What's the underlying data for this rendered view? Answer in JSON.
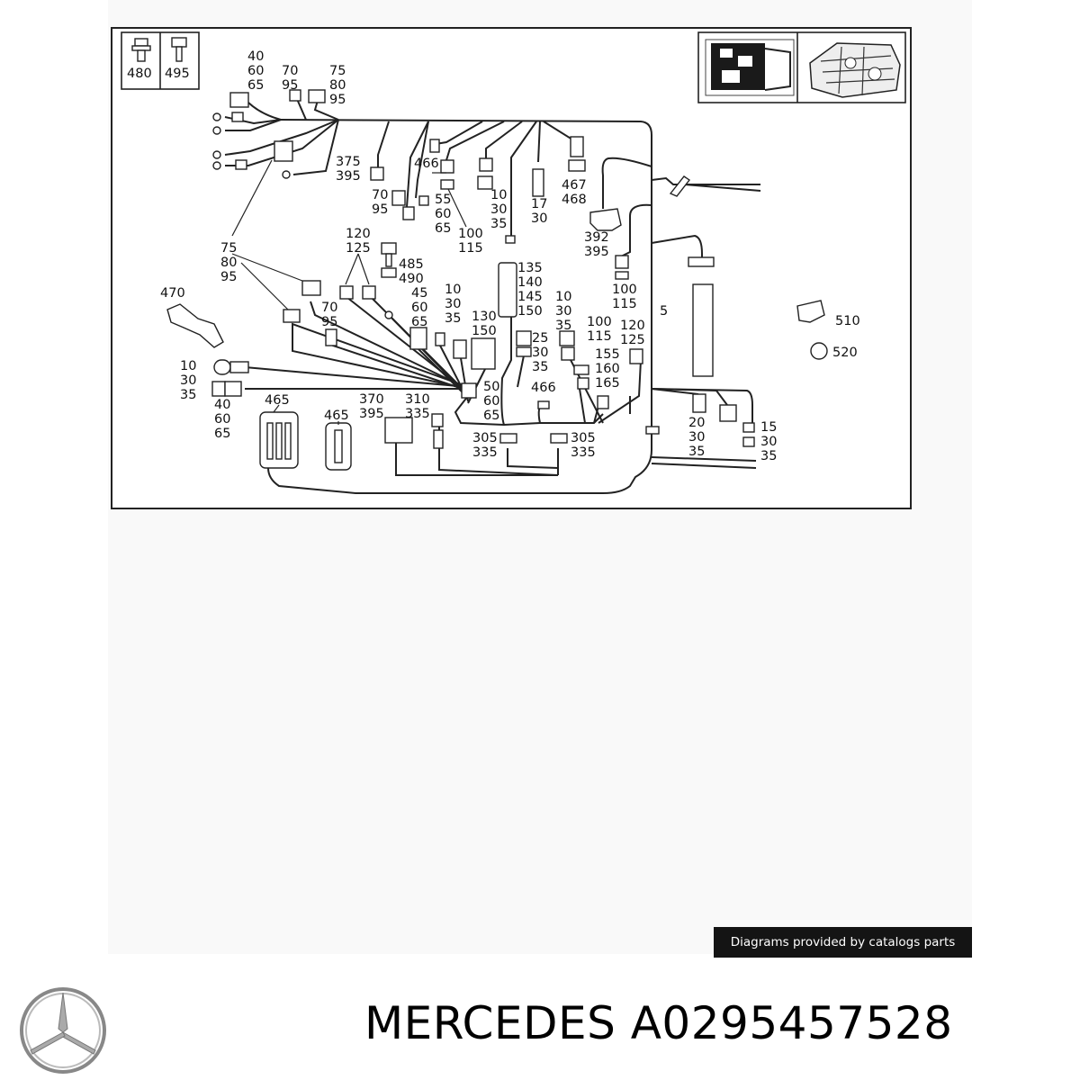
{
  "colors": {
    "frame": "#222222",
    "credit_bg": "#141414",
    "credit_text": "#ffffff",
    "backdrop": "#f9f9f9"
  },
  "legend_box": {
    "bolt_left": "480",
    "bolt_right": "495"
  },
  "callouts": {
    "c1": [
      "40",
      "60",
      "65"
    ],
    "c2": [
      "70",
      "95"
    ],
    "c3": [
      "75",
      "80",
      "95"
    ],
    "c4": [
      "375",
      "395"
    ],
    "c5": "466",
    "c6": [
      "70",
      "95"
    ],
    "c7": [
      "55",
      "60",
      "65"
    ],
    "c8": [
      "100",
      "115"
    ],
    "c9": [
      "10",
      "30",
      "35"
    ],
    "c10": [
      "17",
      "30"
    ],
    "c11": [
      "467",
      "468"
    ],
    "c12": [
      "392",
      "395"
    ],
    "c13": [
      "100",
      "115"
    ],
    "c14": "5",
    "c15": [
      "75",
      "80",
      "95"
    ],
    "c16": [
      "120",
      "125"
    ],
    "c17": [
      "485",
      "490"
    ],
    "c18": "470",
    "c19": [
      "70",
      "95"
    ],
    "c20": [
      "45",
      "60",
      "65"
    ],
    "c21": [
      "10",
      "30",
      "35"
    ],
    "c22": [
      "135",
      "140",
      "145",
      "150"
    ],
    "c23": [
      "130",
      "150"
    ],
    "c24": [
      "10",
      "30",
      "35"
    ],
    "c25": [
      "25",
      "30",
      "35"
    ],
    "c26": [
      "100",
      "115"
    ],
    "c27": [
      "120",
      "125"
    ],
    "c28": [
      "155",
      "160",
      "165"
    ],
    "c29": "510",
    "c30": "520",
    "c31": [
      "10",
      "30",
      "35"
    ],
    "c32": [
      "40",
      "60",
      "65"
    ],
    "c33": "465",
    "c34": "465",
    "c35": [
      "370",
      "395"
    ],
    "c36": [
      "310",
      "335"
    ],
    "c37": [
      "50",
      "60",
      "65"
    ],
    "c38": "466",
    "c39": [
      "305",
      "335"
    ],
    "c40": [
      "305",
      "335"
    ],
    "c41": [
      "20",
      "30",
      "35"
    ],
    "c42": [
      "15",
      "30",
      "35"
    ]
  },
  "credit": "Diagrams provided by catalogs parts",
  "part_heading": "MERCEDES A0295457528",
  "logo_icon": "mercedes-star-logo"
}
